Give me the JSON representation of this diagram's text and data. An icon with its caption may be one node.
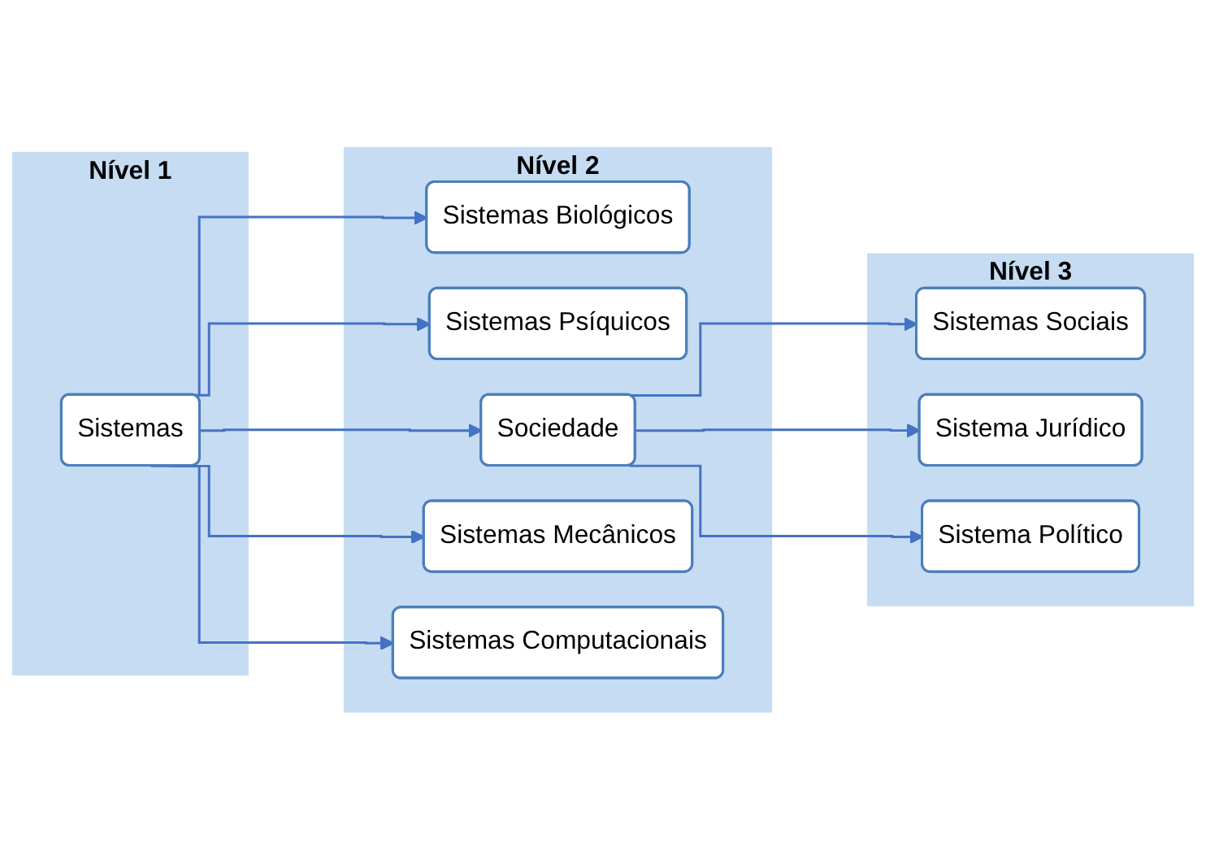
{
  "diagram": {
    "nodes": [
      {
        "text": [
          "Nível 1"
        ]
      },
      {
        "text": [
          "Sistemas"
        ],
        "in": 0
      },
      {
        "text": [
          "Nível 2"
        ]
      },
      {
        "text": [
          "Sistemas Biológicos"
        ],
        "in": 2
      },
      {
        "text": [
          "Sistemas Psíquicos"
        ],
        "in": 2
      },
      {
        "text": [
          "Sociedade"
        ],
        "in": 2
      },
      {
        "text": [
          "Sistemas Mecânicos"
        ],
        "in": 2
      },
      {
        "text": [
          "Sistemas Computacionais"
        ],
        "in": 2
      },
      {
        "text": [
          "Nível 3"
        ]
      },
      {
        "text": [
          "Sistemas Sociais"
        ],
        "in": 8
      },
      {
        "text": [
          "Sistema Jurídico"
        ],
        "in": 8
      },
      {
        "text": [
          "Sistema Político"
        ],
        "in": 8
      }
    ],
    "edges": [
      {
        "from": 1,
        "to": 3,
        "arrow": "to"
      },
      {
        "from": 1,
        "to": 4,
        "arrow": "to"
      },
      {
        "from": 1,
        "to": 5,
        "arrow": "to"
      },
      {
        "from": 1,
        "to": 6,
        "arrow": "to"
      },
      {
        "from": 1,
        "to": 7,
        "arrow": "to"
      },
      {
        "from": 5,
        "to": 9,
        "arrow": "to"
      },
      {
        "from": 5,
        "to": 10,
        "arrow": "to"
      },
      {
        "from": 5,
        "to": 11,
        "arrow": "to"
      }
    ]
  }
}
